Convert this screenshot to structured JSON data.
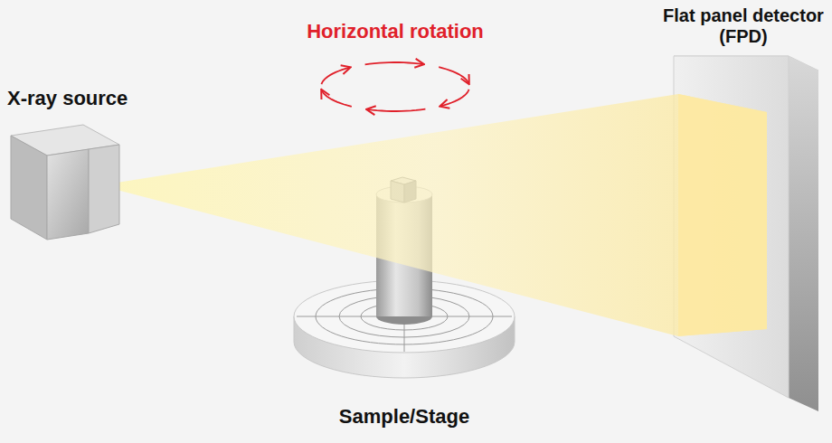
{
  "diagram": {
    "labels": [
      "Horizontal rotation",
      "X-ray source",
      "Flat panel detector (FPD)",
      "Sample/Stage"
    ]
  }
}
